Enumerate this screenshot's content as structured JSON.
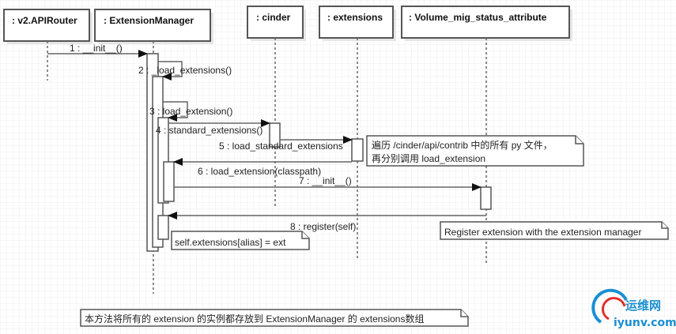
{
  "lifelines": [
    {
      "id": "router",
      "label": ": v2.APIRouter"
    },
    {
      "id": "manager",
      "label": ": ExtensionManager"
    },
    {
      "id": "cinder",
      "label": ": cinder"
    },
    {
      "id": "extensions",
      "label": ": extensions"
    },
    {
      "id": "volume",
      "label": ": Volume_mig_status_attribute"
    }
  ],
  "messages": [
    {
      "label": "1 : __init__()",
      "from": "router",
      "to": "manager"
    },
    {
      "label": "2 : _load_extensions()",
      "from": "manager",
      "to": "manager"
    },
    {
      "label": "3 : load_extension()",
      "from": "manager",
      "to": "manager"
    },
    {
      "label": "4 : standard_extensions()",
      "from": "manager",
      "to": "cinder"
    },
    {
      "label": "5 : load_standard_extensions",
      "from": "cinder",
      "to": "extensions"
    },
    {
      "label": "6 : load_extension(classpath)",
      "from": "extensions",
      "to": "manager"
    },
    {
      "label": "7 : __init__()",
      "from": "manager",
      "to": "volume"
    },
    {
      "label": "8 : register(self)",
      "from": "volume",
      "to": "manager"
    }
  ],
  "notes": {
    "contrib_line1": "遍历 /cinder/api/contrib 中的所有 py 文件，",
    "contrib_line2": "再分别调用 load_extension",
    "register": "Register extension with the extension manager",
    "assign": "self.extensions[alias] = ext",
    "summary": "本方法将所有的 extension 的实例都存放到 ExtensionManager 的 extensions数组"
  },
  "watermark": {
    "name": "运维网",
    "url": "iyunv.com",
    "colors": [
      "#1a8fd1",
      "#e0302a"
    ]
  },
  "colors": {
    "grid": "#ececec",
    "line": "#555555"
  }
}
